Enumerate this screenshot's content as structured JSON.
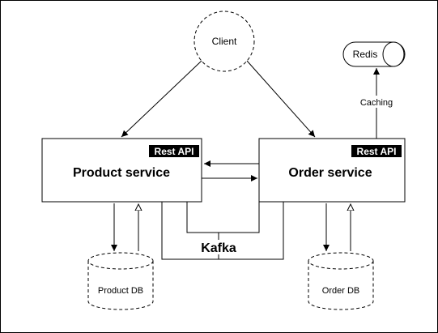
{
  "diagram": {
    "client": {
      "label": "Client"
    },
    "redis": {
      "label": "Redis"
    },
    "caching": {
      "label": "Caching"
    },
    "product_service": {
      "title": "Product service",
      "badge": "Rest API"
    },
    "order_service": {
      "title": "Order service",
      "badge": "Rest API"
    },
    "kafka": {
      "label": "Kafka"
    },
    "product_db": {
      "label": "Product DB"
    },
    "order_db": {
      "label": "Order DB"
    }
  },
  "colors": {
    "stroke": "#000000",
    "badge_bg": "#000000",
    "badge_text": "#ffffff",
    "background": "#ffffff"
  }
}
